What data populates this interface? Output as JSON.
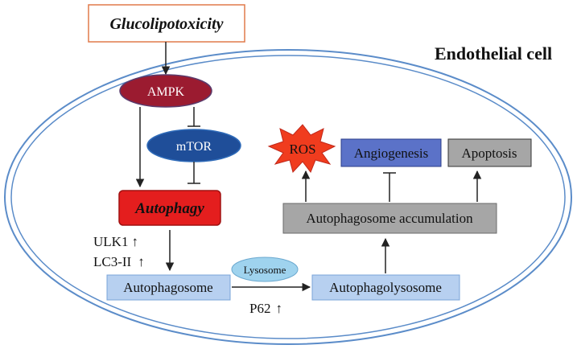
{
  "title": "Endothelial cell",
  "nodes": {
    "glucolipotoxicity": "Glucolipotoxicity",
    "ampk": "AMPK",
    "mtor": "mTOR",
    "autophagy": "Autophagy",
    "autophagosome": "Autophagosome",
    "lysosome": "Lysosome",
    "autophagolysosome": "Autophagolysosome",
    "accumulation": "Autophagosome accumulation",
    "ros": "ROS",
    "angiogenesis": "Angiogenesis",
    "apoptosis": "Apoptosis"
  },
  "markers": {
    "ulk1": "ULK1",
    "lc3": "LC3-II",
    "p62": "P62",
    "up_arrow": "↑"
  },
  "colors": {
    "cell_outline": "#5b8cc9",
    "ampk_fill": "#9b1b30",
    "mtor_fill": "#1f4e99",
    "autophagy_fill": "#e41e1e",
    "light_box_fill": "#b7d0f0",
    "lysosome_fill": "#9fd3ee",
    "ros_fill": "#f03c1e",
    "angiogenesis_fill": "#5b72c8",
    "gray_box_fill": "#a6a6a6",
    "border_orange": "#e07a4a"
  }
}
